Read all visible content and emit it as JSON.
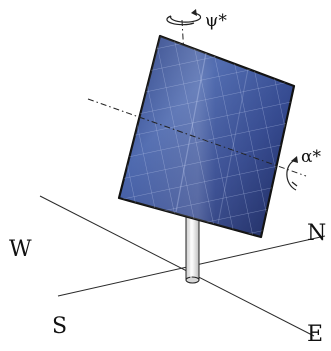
{
  "diagram": {
    "labels": {
      "psi": "ψ*",
      "alpha": "α*",
      "north": "N",
      "south": "S",
      "west": "W",
      "east": "E"
    },
    "colors": {
      "panel_dark": "#1f2c63",
      "panel_mid": "#3f5a9e",
      "panel_light": "#8aa0d4",
      "line": "#222222",
      "post_fill": "#f2f2f2"
    }
  }
}
